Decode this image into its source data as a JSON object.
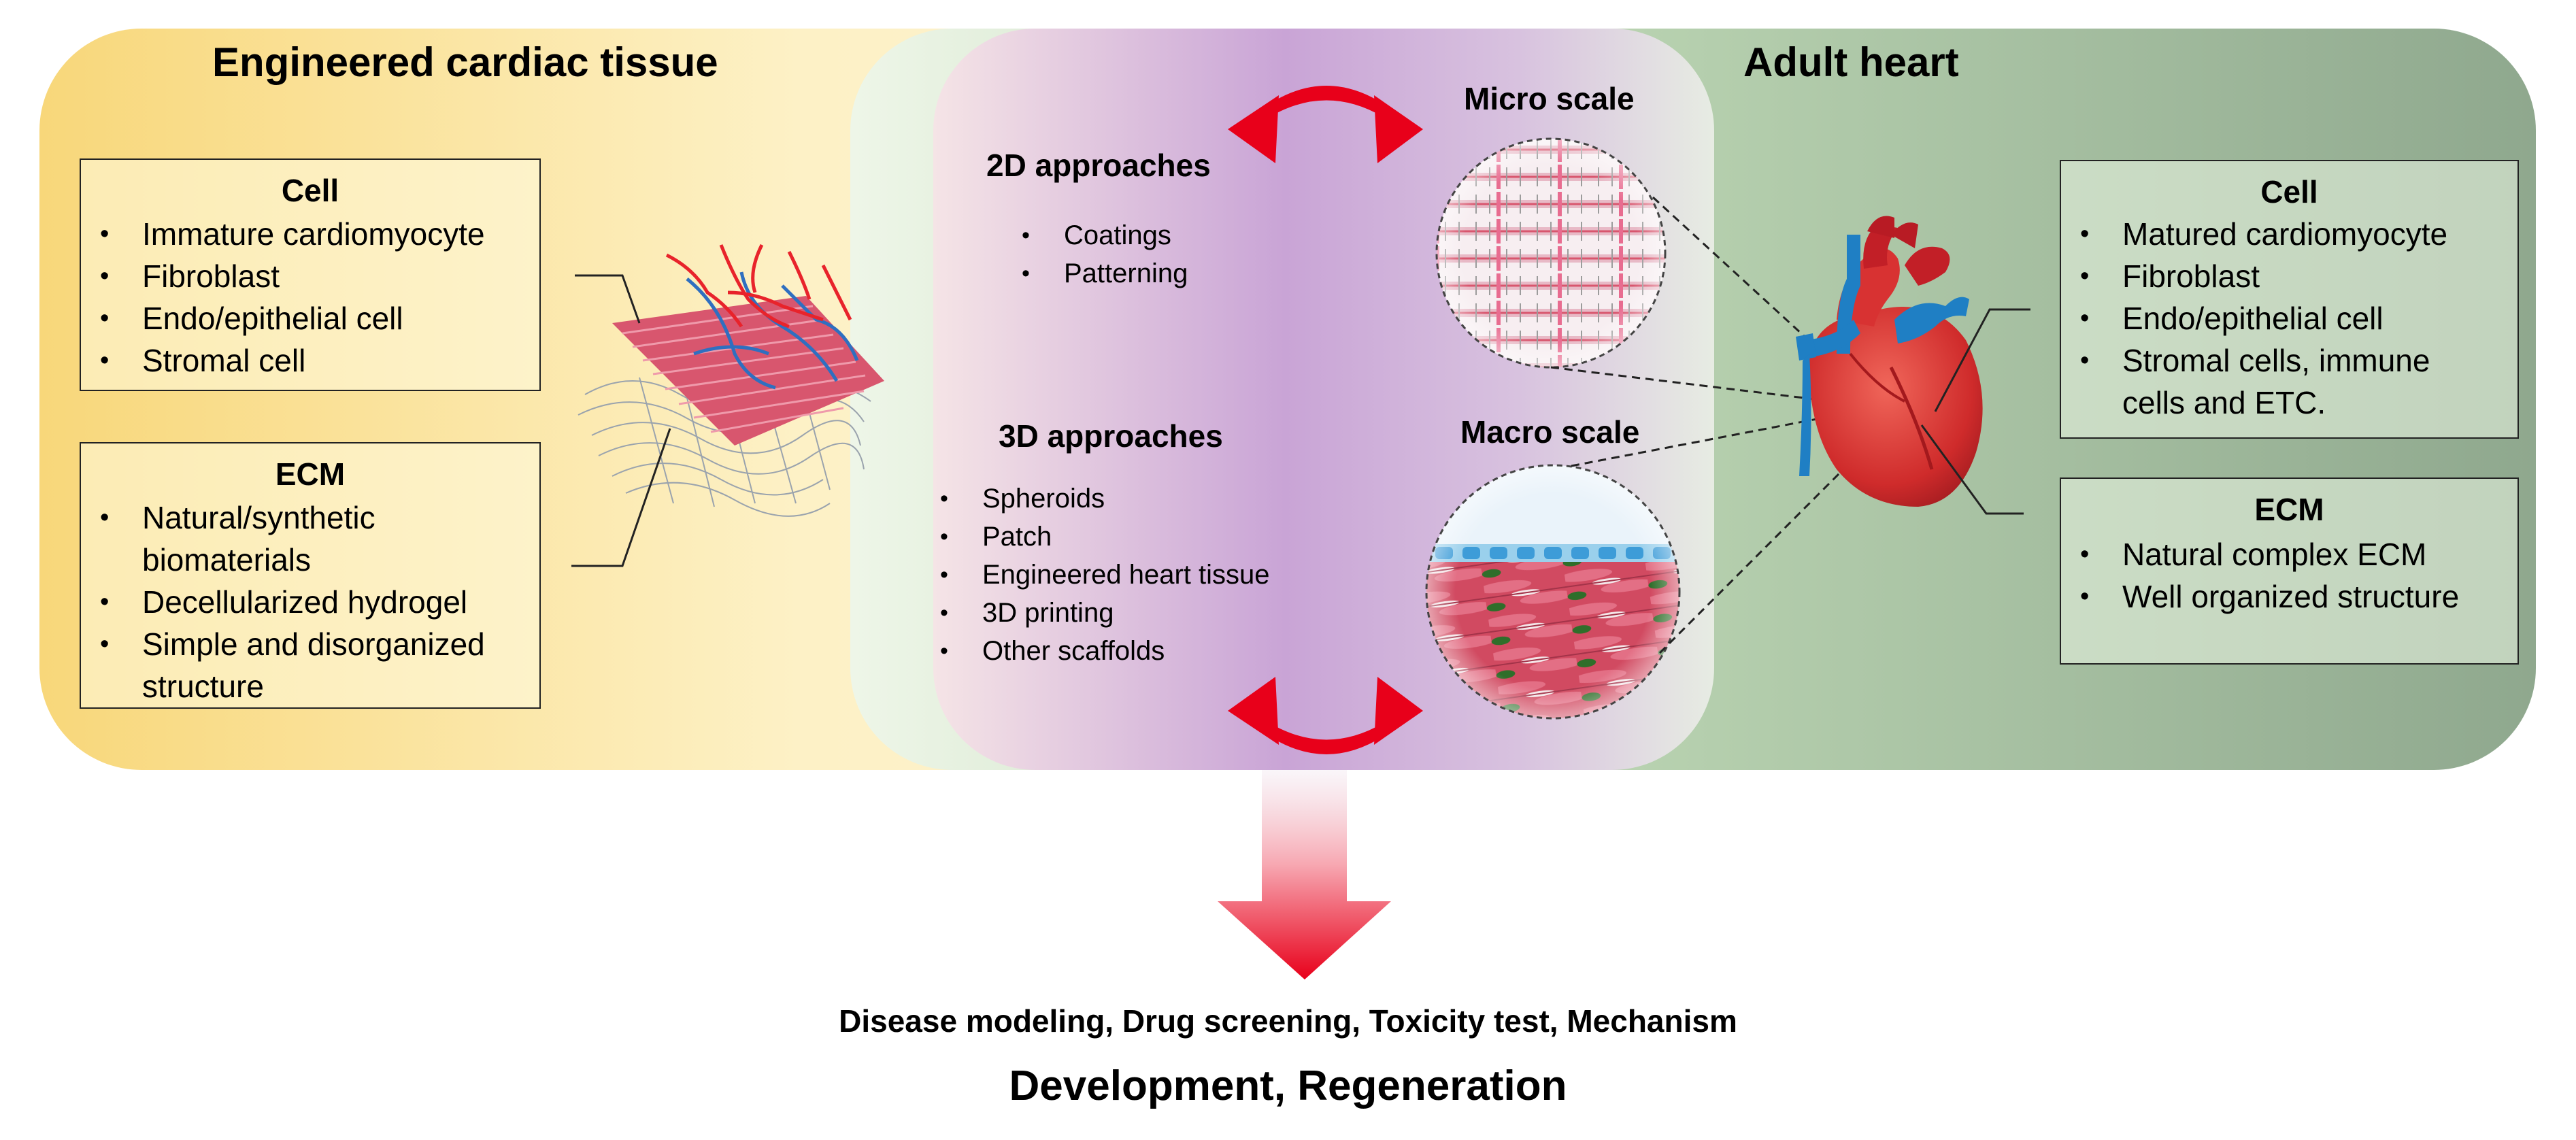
{
  "left_panel": {
    "title": "Engineered cardiac tissue",
    "cell_box": {
      "title": "Cell",
      "items": [
        "Immature cardiomyocyte",
        "Fibroblast",
        "Endo/epithelial cell",
        "Stromal cell"
      ]
    },
    "ecm_box": {
      "title": "ECM",
      "items": [
        "Natural/synthetic",
        "biomaterials",
        "Decellularized hydrogel",
        "Simple and disorganized",
        "structure"
      ]
    }
  },
  "middle_panel": {
    "approaches_2d": {
      "title": "2D approaches",
      "items": [
        "Coatings",
        "Patterning"
      ]
    },
    "approaches_3d": {
      "title": "3D approaches",
      "items": [
        "Spheroids",
        "Patch",
        "Engineered heart tissue",
        "3D printing",
        "Other scaffolds"
      ]
    },
    "micro_label": "Micro scale",
    "macro_label": "Macro scale"
  },
  "right_panel": {
    "title": "Adult heart",
    "cell_box": {
      "title": "Cell",
      "items": [
        "Matured cardiomyocyte",
        "Fibroblast",
        "Endo/epithelial cell",
        "Stromal cells, immune",
        "cells and ETC."
      ]
    },
    "ecm_box": {
      "title": "ECM",
      "items": [
        "Natural complex ECM",
        "Well organized structure"
      ]
    }
  },
  "applications": "Disease modeling, Drug screening, Toxicity test, Mechanism",
  "outcome": "Development, Regeneration",
  "colors": {
    "left_gradient": "#f8d77a",
    "middle_gradient": "#c9a4d6",
    "right_gradient": "#8fa88e",
    "arrow_red": "#e8001a",
    "myocyte_pink": "#d8566e",
    "vessel_red": "#e8232b",
    "vessel_blue": "#1f7fc4"
  }
}
